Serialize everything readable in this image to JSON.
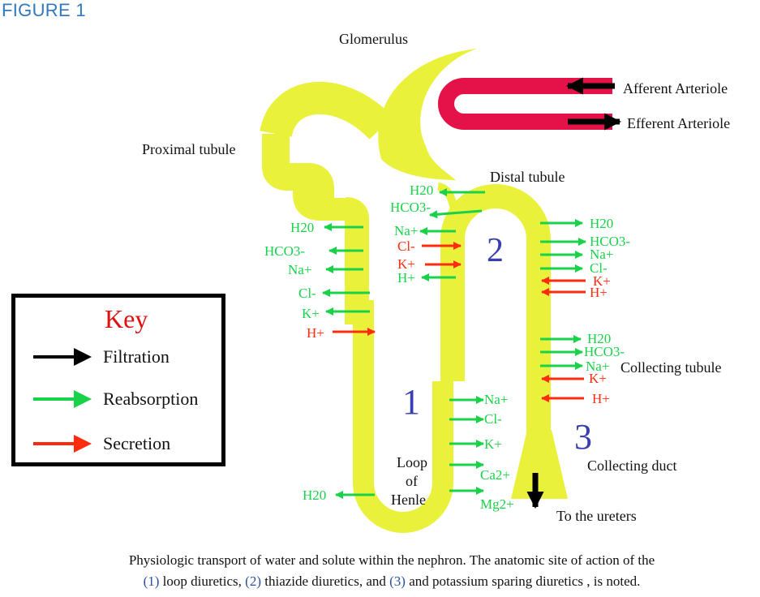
{
  "figure_label": "FIGURE 1",
  "colors": {
    "tubule": "#eaf13a",
    "arteriole": "#e5124a",
    "reabsorption": "#18d24a",
    "secretion": "#ff2b0f",
    "filtration": "#000000",
    "site_number": "#3a3fb0"
  },
  "structures": {
    "glomerulus": "Glomerulus",
    "afferent": "Afferent Arteriole",
    "efferent": "Efferent Arteriole",
    "proximal": "Proximal tubule",
    "distal": "Distal tubule",
    "collecting_tubule": "Collecting tubule",
    "collecting_duct": "Collecting duct",
    "ureters": "To the ureters",
    "loop_l1": "Loop",
    "loop_l2": "of",
    "loop_l3": "Henle"
  },
  "site_numbers": {
    "one": "1",
    "two": "2",
    "three": "3"
  },
  "proximal_labels": {
    "h2o": "H20",
    "hco3": "HCO3-",
    "na": "Na+",
    "cl": "Cl-",
    "k": "K+",
    "h": "H+"
  },
  "distal_in_labels": {
    "h2o": "H20",
    "hco3": "HCO3-",
    "na": "Na+",
    "cl": "Cl-",
    "k": "K+",
    "h": "H+"
  },
  "distal_out_labels": {
    "h2o": "H20",
    "hco3": "HCO3-",
    "na": "Na+",
    "cl": "Cl-",
    "k": "K+",
    "h": "H+"
  },
  "collecting_labels": {
    "h2o": "H20",
    "hco3": "HCO3-",
    "na": "Na+",
    "k": "K+",
    "h": "H+"
  },
  "loop_labels": {
    "na": "Na+",
    "cl": "Cl-",
    "k": "K+",
    "ca": "Ca2+",
    "mg": "Mg2+",
    "h2o": "H20"
  },
  "key": {
    "title": "Key",
    "filtration": "Filtration",
    "reabsorption": "Reabsorption",
    "secretion": "Secretion"
  },
  "caption": {
    "line1": "Physiologic transport of water and solute within the nephron. The anatomic site of action of the",
    "n1": "(1)",
    "t1": " loop diuretics, ",
    "n2": "(2)",
    "t2": " thiazide diuretics, and ",
    "n3": "(3)",
    "t3": " and potassium sparing diuretics , is noted."
  }
}
